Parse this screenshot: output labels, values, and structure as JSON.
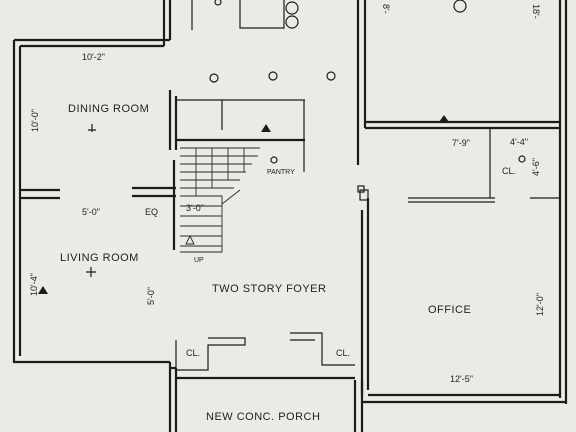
{
  "rooms": {
    "dining": "DINING ROOM",
    "living": "LIVING ROOM",
    "foyer": "TWO STORY FOYER",
    "office": "OFFICE",
    "porch": "NEW CONC. PORCH",
    "pantry": "PANTRY",
    "closet_top_right": "CL.",
    "closet_left": "CL.",
    "closet_center": "CL.",
    "eq": "EQ",
    "up": "UP"
  },
  "dimensions": {
    "dining_width": "10'-2\"",
    "dining_depth": "10'-0\"",
    "living_width": "5'-0\"",
    "living_depth": "10'-4\"",
    "foyer_side": "5'-0\"",
    "stair_landing": "3'-0\"",
    "office_height": "12'-0\"",
    "office_width": "12'-5\"",
    "closet_width": "4'-4\"",
    "closet_depth": "4'-6\"",
    "hall_width": "7'-9\"",
    "top_left": "8'-",
    "top_right": "18'-"
  }
}
